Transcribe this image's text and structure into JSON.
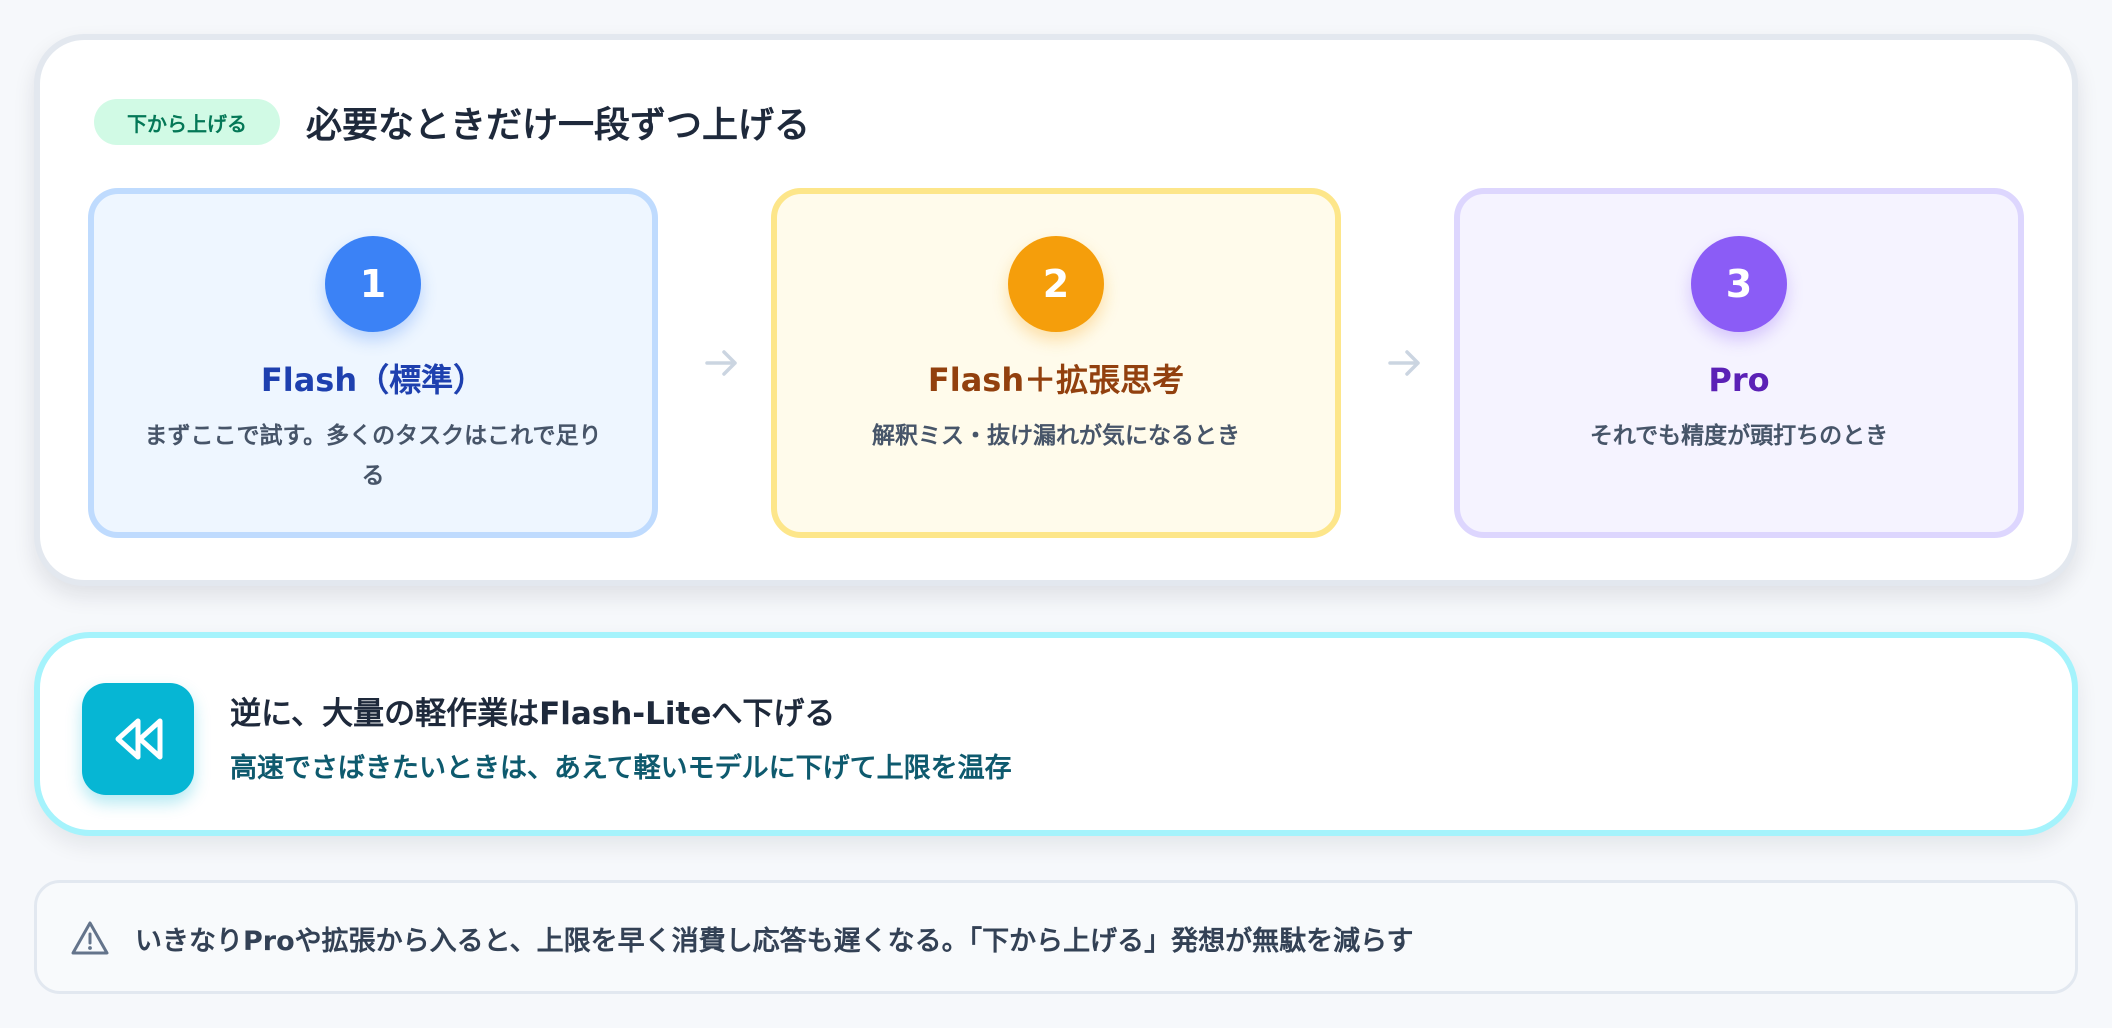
{
  "header": {
    "badge": "下から上げる",
    "title": "必要なときだけ一段ずつ上げる"
  },
  "steps": [
    {
      "number": "1",
      "title": "Flash（標準）",
      "description": "まずここで試す。多くのタスクはこれで足りる",
      "accent": "#3b82f6"
    },
    {
      "number": "2",
      "title": "Flash＋拡張思考",
      "description": "解釈ミス・抜け漏れが気になるとき",
      "accent": "#f59e0b"
    },
    {
      "number": "3",
      "title": "Pro",
      "description": "それでも精度が頭打ちのとき",
      "accent": "#8b5cf6"
    }
  ],
  "icons": {
    "step_arrow": "arrow-right-icon",
    "downgrade": "rewind-icon",
    "warning": "warning-triangle-icon"
  },
  "downgrade": {
    "title": "逆に、大量の軽作業はFlash-Liteへ下げる",
    "subtitle": "高速でさばきたいときは、あえて軽いモデルに下げて上限を温存",
    "accent": "#06b6d4"
  },
  "note": {
    "text": "いきなりProや拡張から入ると、上限を早く消費し応答も遅くなる。「下から上げる」発想が無駄を減らす"
  }
}
